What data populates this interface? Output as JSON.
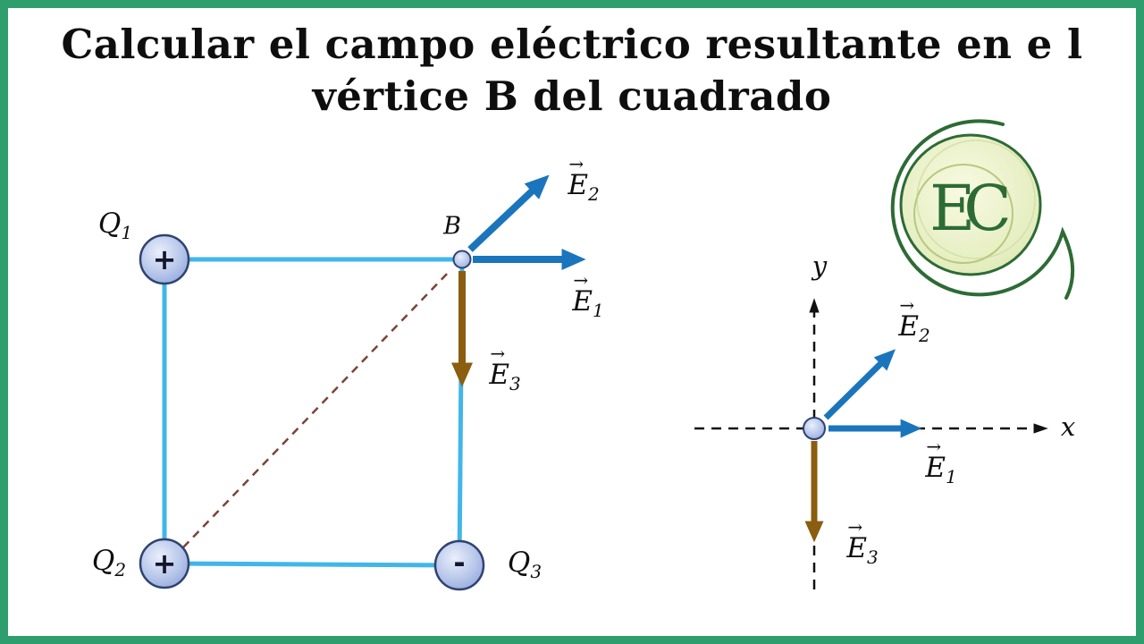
{
  "title": {
    "line1": "Calcular el campo eléctrico resultante en e l",
    "line2": "vértice B del cuadrado"
  },
  "logo": {
    "text": "EC"
  },
  "colors": {
    "frame_green": "#2f9e6e",
    "square_cyan": "#41b6e8",
    "arrow_blue": "#1b75bc",
    "arrow_brown": "#8a5d10",
    "diagonal_brown": "#7a4436",
    "charge_border": "#2e4372",
    "axis_black": "#111111",
    "logo_green": "#2d6b35"
  },
  "square": {
    "vertex_label": "B",
    "charges": {
      "q1": {
        "base": "Q",
        "sub": "1",
        "sign": "+"
      },
      "q2": {
        "base": "Q",
        "sub": "2",
        "sign": "+"
      },
      "q3": {
        "base": "Q",
        "sub": "3",
        "sign": "-"
      }
    }
  },
  "vectors": {
    "e1": {
      "arrow": "→",
      "base": "E",
      "sub": "1"
    },
    "e2": {
      "arrow": "→",
      "base": "E",
      "sub": "2"
    },
    "e3": {
      "arrow": "→",
      "base": "E",
      "sub": "3"
    }
  },
  "axes": {
    "x_label": "x",
    "y_label": "y"
  }
}
